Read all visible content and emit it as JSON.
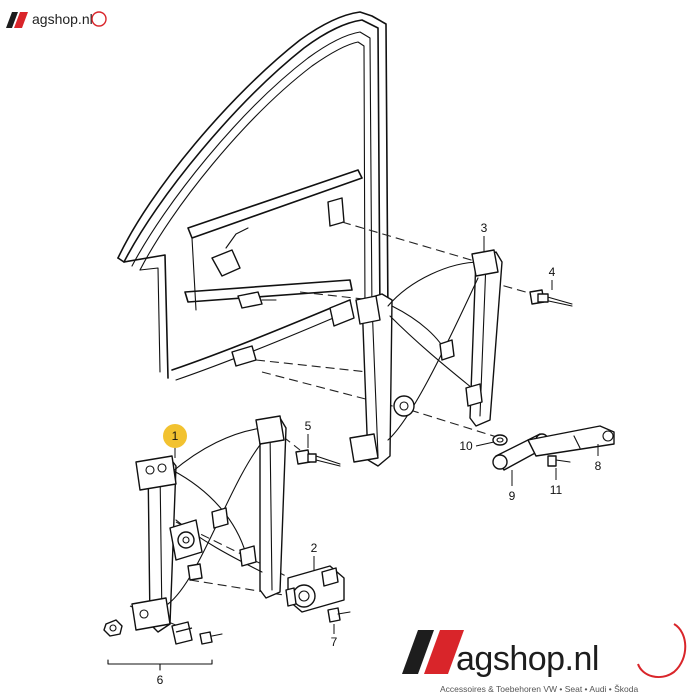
{
  "brand": {
    "name": "agshop.nl",
    "tagline": "Accessoires & Toebehoren VW • Seat • Audi • Škoda",
    "accent_color": "#d9252a",
    "dark_color": "#1d1d1d"
  },
  "callouts": [
    {
      "id": "1",
      "label": "1",
      "highlighted": true
    },
    {
      "id": "2",
      "label": "2"
    },
    {
      "id": "3",
      "label": "3"
    },
    {
      "id": "4",
      "label": "4"
    },
    {
      "id": "5",
      "label": "5"
    },
    {
      "id": "6",
      "label": "6"
    },
    {
      "id": "7",
      "label": "7"
    },
    {
      "id": "8",
      "label": "8"
    },
    {
      "id": "9",
      "label": "9"
    },
    {
      "id": "10",
      "label": "10"
    },
    {
      "id": "11",
      "label": "11"
    }
  ],
  "highlight_color": "#f2c230"
}
